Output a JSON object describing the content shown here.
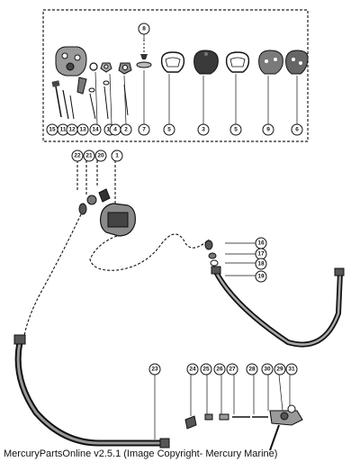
{
  "caption": "MercuryPartsOnline v2.5.1 (Image Copyright- Mercury Marine)",
  "inset_callouts": [
    "8",
    "15",
    "11",
    "12",
    "13",
    "14",
    "10",
    "4",
    "2",
    "7",
    "5",
    "3",
    "5",
    "9",
    "6"
  ],
  "main_callouts": [
    "22",
    "21",
    "20",
    "1",
    "16",
    "17",
    "18",
    "19",
    "23",
    "24",
    "25",
    "26",
    "27",
    "28",
    "30",
    "29",
    "31"
  ]
}
